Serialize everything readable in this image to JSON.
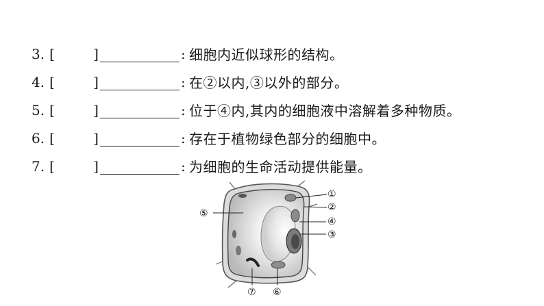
{
  "questions": [
    {
      "num": "3.",
      "open": "[",
      "close": "]",
      "colon": ":",
      "text": "细胞内近似球形的结构。"
    },
    {
      "num": "4.",
      "open": "[",
      "close": "]",
      "colon": ":",
      "text": "在②以内,③以外的部分。"
    },
    {
      "num": "5.",
      "open": "[",
      "close": "]",
      "colon": ":",
      "text": "位于④内,其内的细胞液中溶解着多种物质。"
    },
    {
      "num": "6.",
      "open": "[",
      "close": "]",
      "colon": ":",
      "text": "存在于植物绿色部分的细胞中。"
    },
    {
      "num": "7.",
      "open": "[",
      "close": "]",
      "colon": ":",
      "text": "为细胞的生命活动提供能量。"
    }
  ],
  "figure": {
    "labels": {
      "l1": "①",
      "l2": "②",
      "l3": "③",
      "l4": "④",
      "l5": "⑤",
      "l6": "⑥",
      "l7": "⑦"
    }
  }
}
